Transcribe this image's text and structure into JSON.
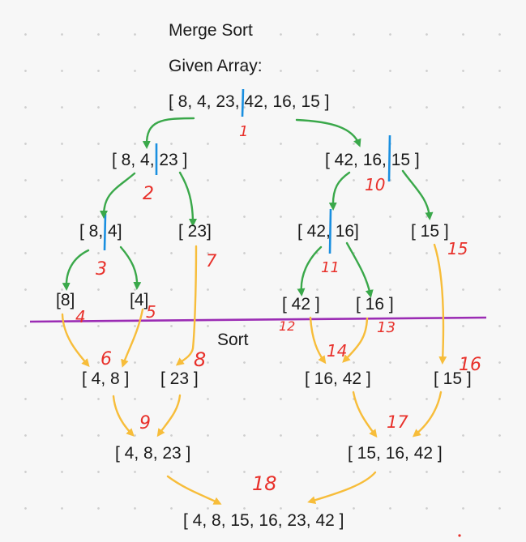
{
  "title": "Merge Sort",
  "given_label": "Given Array:",
  "sort_label": "Sort",
  "arrays": {
    "root": "[ 8, 4, 23, 42, 16, 15 ]",
    "left": "[ 8, 4, 23 ]",
    "right": "[ 42, 16, 15 ]",
    "left_left": "[ 8, 4]",
    "left_right": "[ 23]",
    "right_left": "[ 42, 16]",
    "right_right": "[ 15 ]",
    "leaf_8": "[8]",
    "leaf_4": "[4]",
    "leaf_42": "[ 42 ]",
    "leaf_16": "[ 16 ]",
    "merged_4_8": "[ 4, 8 ]",
    "sorted_23": "[ 23 ]",
    "merged_16_42": "[ 16, 42 ]",
    "sorted_15": "[ 15 ]",
    "merged_4_8_23": "[ 4, 8, 23 ]",
    "merged_15_16_42": "[ 15, 16, 42 ]",
    "final": "[ 4, 8, 15, 16, 23, 42 ]"
  },
  "step_numbers": [
    "1",
    "2",
    "3",
    "4",
    "5",
    "6",
    "7",
    "8",
    "9",
    "10",
    "11",
    "12",
    "13",
    "14",
    "15",
    "16",
    "17",
    "18"
  ],
  "colors": {
    "split_arrow": "#3aa84a",
    "merge_arrow": "#f7bd3a",
    "divider": "#9b2cb4",
    "split_marker": "#1a8fe0",
    "step_number": "#e8302a"
  }
}
